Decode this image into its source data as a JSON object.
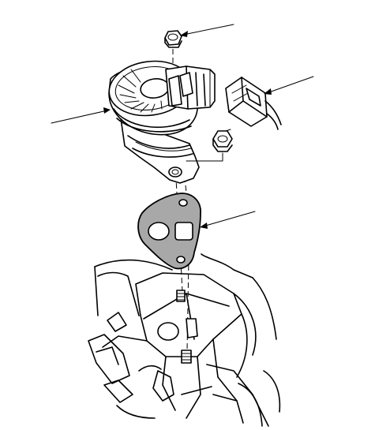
{
  "diagram": {
    "parts": [
      {
        "id": "flange-nut-top",
        "icon": "hex-nut"
      },
      {
        "id": "egr-valve",
        "icon": "valve-assembly"
      },
      {
        "id": "electrical-connector",
        "icon": "connector"
      },
      {
        "id": "flange-nut-side",
        "icon": "hex-nut"
      },
      {
        "id": "gasket",
        "icon": "gasket"
      },
      {
        "id": "intake-manifold",
        "icon": "manifold"
      },
      {
        "id": "stud-bolts",
        "icon": "stud"
      }
    ],
    "callouts": [
      {
        "target": "flange-nut-top"
      },
      {
        "target": "electrical-connector"
      },
      {
        "target": "egr-valve"
      },
      {
        "target": "flange-nut-side"
      },
      {
        "target": "gasket"
      }
    ],
    "colors": {
      "line": "#000000",
      "gasket_fill": "#a8a8a8",
      "background": "#ffffff"
    }
  }
}
